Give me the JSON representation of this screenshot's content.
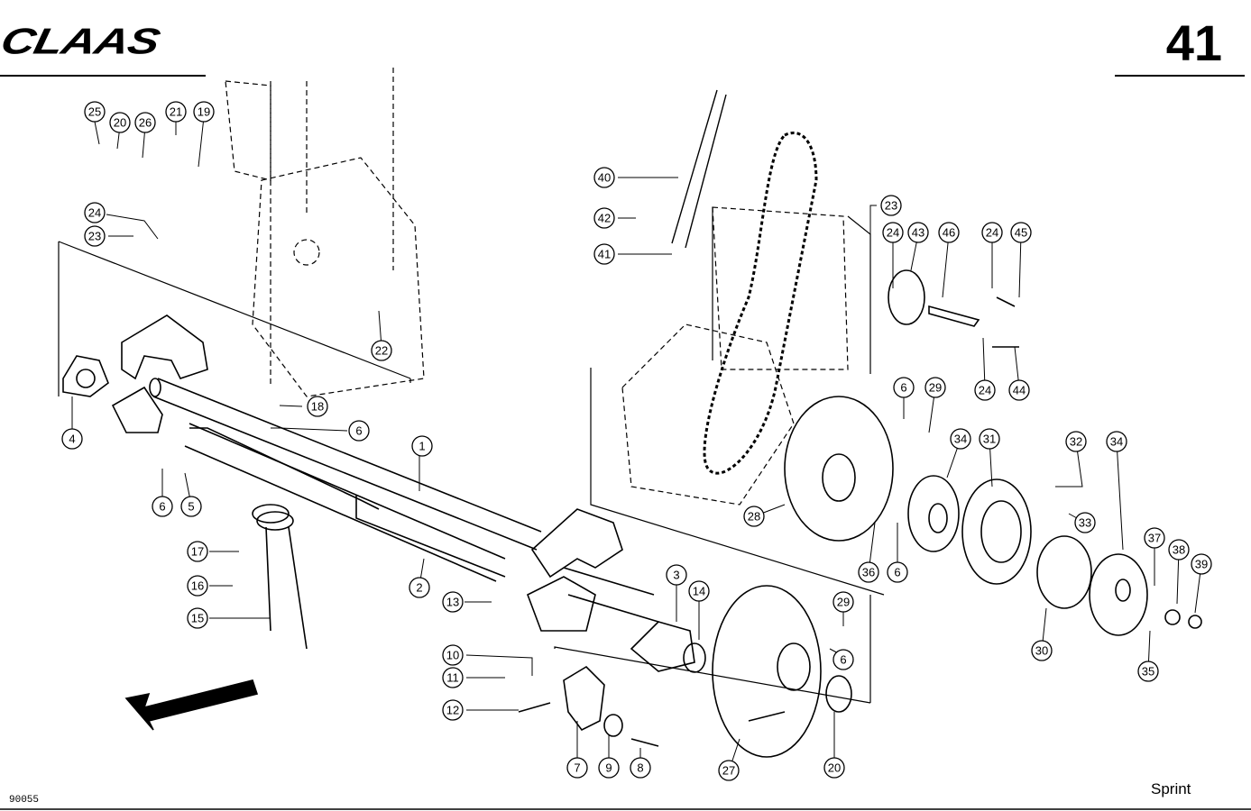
{
  "header": {
    "brand": "CLAAS",
    "page_number": "41"
  },
  "footer": {
    "drawing_code": "90055",
    "model": "Sprint"
  },
  "callouts": [
    {
      "id": "c25",
      "text": "25"
    },
    {
      "id": "c20a",
      "text": "20"
    },
    {
      "id": "c26",
      "text": "26"
    },
    {
      "id": "c21",
      "text": "21"
    },
    {
      "id": "c19",
      "text": "19"
    },
    {
      "id": "c24a",
      "text": "24"
    },
    {
      "id": "c23a",
      "text": "23"
    },
    {
      "id": "c22",
      "text": "22"
    },
    {
      "id": "c4",
      "text": "4"
    },
    {
      "id": "c18",
      "text": "18"
    },
    {
      "id": "c6a",
      "text": "6"
    },
    {
      "id": "c1",
      "text": "1"
    },
    {
      "id": "c6b",
      "text": "6"
    },
    {
      "id": "c5",
      "text": "5"
    },
    {
      "id": "c17",
      "text": "17"
    },
    {
      "id": "c16",
      "text": "16"
    },
    {
      "id": "c15",
      "text": "15"
    },
    {
      "id": "c2",
      "text": "2"
    },
    {
      "id": "c13",
      "text": "13"
    },
    {
      "id": "c3",
      "text": "3"
    },
    {
      "id": "c14",
      "text": "14"
    },
    {
      "id": "c10",
      "text": "10"
    },
    {
      "id": "c11",
      "text": "11"
    },
    {
      "id": "c12",
      "text": "12"
    },
    {
      "id": "c7",
      "text": "7"
    },
    {
      "id": "c9",
      "text": "9"
    },
    {
      "id": "c8",
      "text": "8"
    },
    {
      "id": "c27",
      "text": "27"
    },
    {
      "id": "c20b",
      "text": "20"
    },
    {
      "id": "c29a",
      "text": "29"
    },
    {
      "id": "c6c",
      "text": "6"
    },
    {
      "id": "c40",
      "text": "40"
    },
    {
      "id": "c42",
      "text": "42"
    },
    {
      "id": "c41",
      "text": "41"
    },
    {
      "id": "c23b",
      "text": "23"
    },
    {
      "id": "c24b",
      "text": "24"
    },
    {
      "id": "c43",
      "text": "43"
    },
    {
      "id": "c46",
      "text": "46"
    },
    {
      "id": "c24c",
      "text": "24"
    },
    {
      "id": "c45",
      "text": "45"
    },
    {
      "id": "c24d",
      "text": "24"
    },
    {
      "id": "c44",
      "text": "44"
    },
    {
      "id": "c6d",
      "text": "6"
    },
    {
      "id": "c29b",
      "text": "29"
    },
    {
      "id": "c34a",
      "text": "34"
    },
    {
      "id": "c31",
      "text": "31"
    },
    {
      "id": "c32",
      "text": "32"
    },
    {
      "id": "c34b",
      "text": "34"
    },
    {
      "id": "c33",
      "text": "33"
    },
    {
      "id": "c28",
      "text": "28"
    },
    {
      "id": "c36",
      "text": "36"
    },
    {
      "id": "c6e",
      "text": "6"
    },
    {
      "id": "c37",
      "text": "37"
    },
    {
      "id": "c38",
      "text": "38"
    },
    {
      "id": "c39",
      "text": "39"
    },
    {
      "id": "c30",
      "text": "30"
    },
    {
      "id": "c35",
      "text": "35"
    }
  ]
}
